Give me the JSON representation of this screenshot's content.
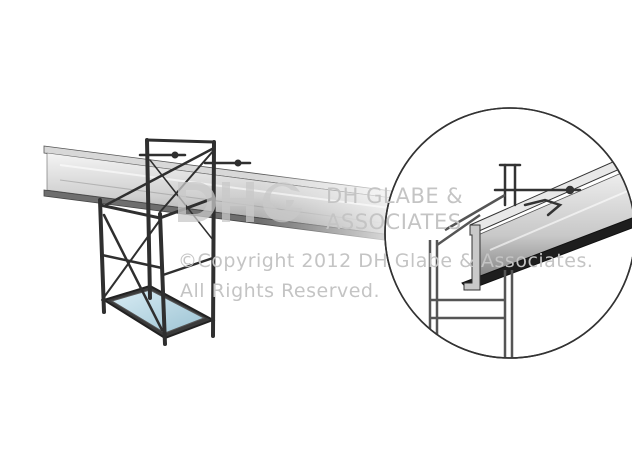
{
  "watermark": {
    "logo_text": "DHG",
    "company_line1": "DH GLABE &",
    "company_line2": "ASSOCIATES",
    "copyright_line": "©Copyright 2012 DH Glabe & Associates.",
    "rights_line": "All Rights Reserved."
  },
  "colors": {
    "steel_light": "#e6e6e6",
    "steel_dark": "#2a2a2a",
    "frame": "#3a3a3a",
    "platform_glass": "#b9d6e3",
    "watermark": "#c4c4c4"
  }
}
